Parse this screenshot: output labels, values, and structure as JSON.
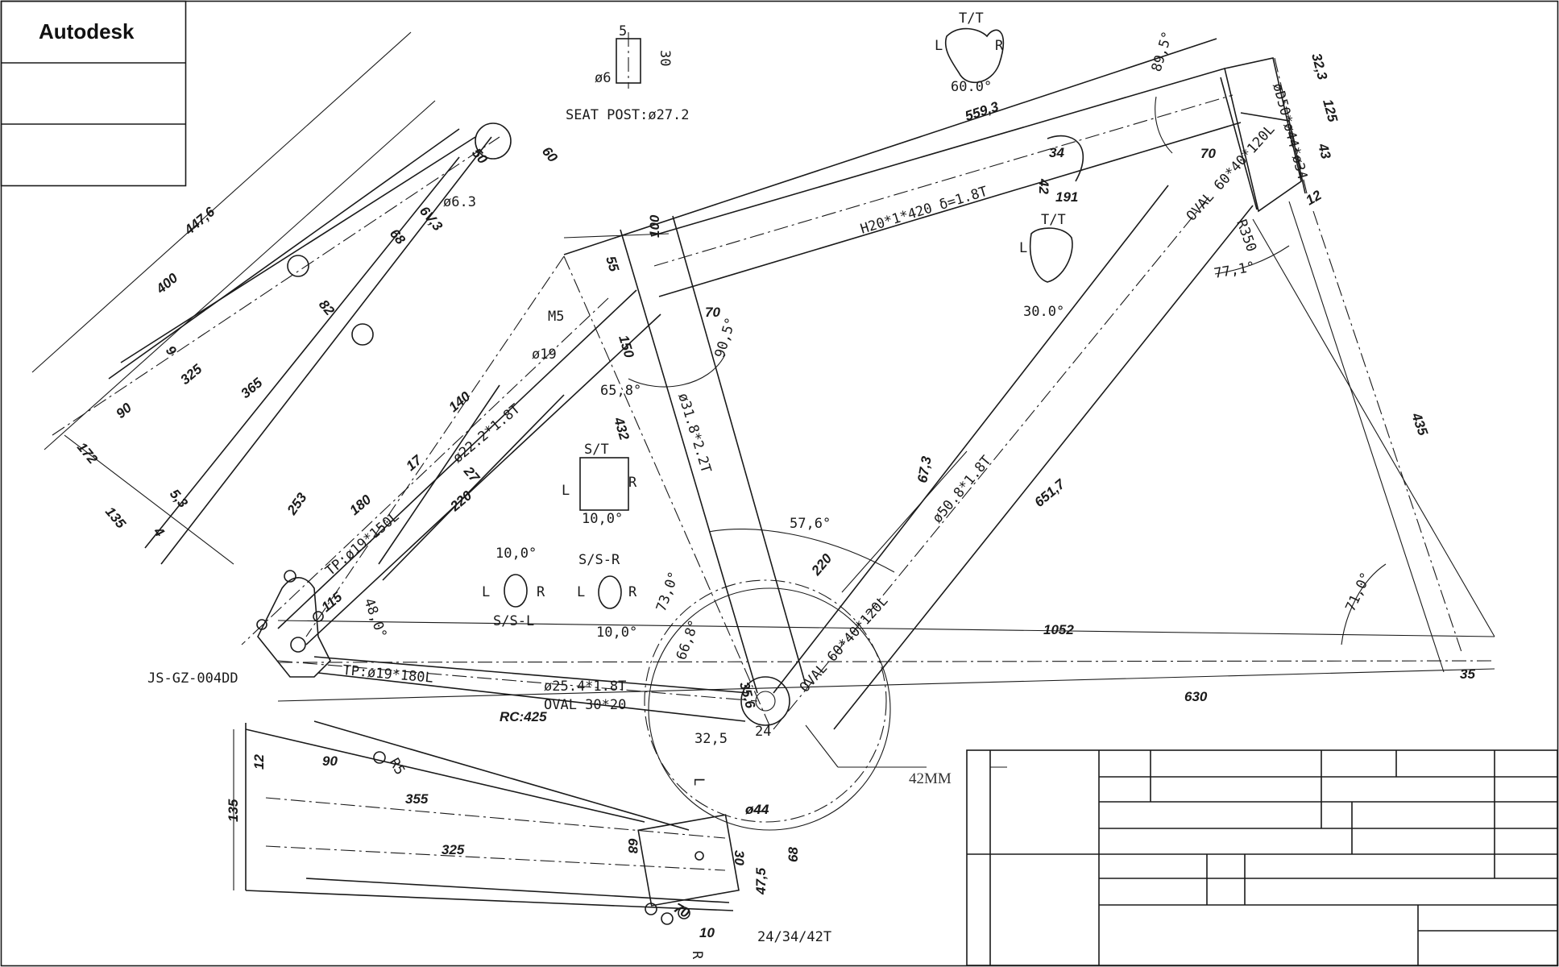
{
  "title_block": {
    "company": "Autodesk"
  },
  "seat_post": {
    "label": "SEAT POST:ø27.2",
    "dim_width": "5",
    "dim_height": "30",
    "dim_hole": "ø6"
  },
  "model": "JS-GZ-004DD",
  "views": {
    "tt": {
      "title": "T/T",
      "left": "L",
      "right": "R",
      "angle": "60.0°"
    },
    "tt2": {
      "title": "T/T",
      "left": "L",
      "angle": "30.0°"
    },
    "st": {
      "title": "S/T",
      "left": "L",
      "right": "R",
      "angle": "10,0°"
    },
    "ssl": {
      "title": "S/S-L",
      "left": "L",
      "right": "R",
      "angle": "10,0°"
    },
    "ssr": {
      "title": "S/S-R",
      "left": "L",
      "right": "R",
      "angle": "10,0°"
    }
  },
  "tubes": {
    "top_tube": "H20*1*420 δ=1.8T",
    "down_tube": "ø50.8*1.8T",
    "seat_tube": "ø31.8*2.2T",
    "head_tube": "øD50*ø44*ø34",
    "oval_down": "OVAL 60*40*120L",
    "oval_bb": "OVAL 60*40*120L",
    "chainstay": "ø25.4*1.8T",
    "chainstay_oval": "OVAL 30*20",
    "stay_seat": "ø22.2*1.8T",
    "tp_upper": "TP:ø19*150L",
    "tp_lower": "TP:ø19*180L",
    "rc": "RC:425",
    "chainring": "24/34/42T",
    "bb_width": "42MM",
    "m5": "M5",
    "d19": "ø19",
    "d44": "ø44",
    "d6_3": "ø6.3",
    "r350": "R350",
    "r5": "R5"
  },
  "dimensions": {
    "d447_6": "447,6",
    "d400": "400",
    "d60": "60",
    "d325": "325",
    "d365": "365",
    "d90": "90",
    "d172": "172",
    "d135": "135",
    "d53": "5,3",
    "d4": "4",
    "d9": "9",
    "d68": "68",
    "d82": "82",
    "d6v3": "6V,3",
    "d50": "50",
    "d559_3": "559,3",
    "d100": "100",
    "d55": "55",
    "d70a": "70",
    "d70b": "70",
    "d150": "150",
    "d140": "140",
    "d17": "17",
    "d27": "27",
    "d180": "180",
    "d220a": "220",
    "d253": "253",
    "d115": "115",
    "d48": "48,0°",
    "d432": "432",
    "d65_8": "65,8°",
    "d90_5": "90,5°",
    "d89_5": "89,5°",
    "d32_3": "32,3",
    "d125": "125",
    "d43": "43",
    "d12": "12",
    "d77_1": "77,1°",
    "d191": "191",
    "d34": "34",
    "d42": "42",
    "d435": "435",
    "d651_7": "651,7",
    "d67_3": "67,3",
    "d57_6": "57,6°",
    "d220b": "220",
    "d71": "71,0°",
    "d1052": "1052",
    "d35": "35",
    "d630": "630",
    "d73": "73,0°",
    "d66_8": "66,8°",
    "d35_6": "35,6",
    "d32_5": "32,5",
    "d24": "24",
    "b12": "12",
    "b90": "90",
    "b135": "135",
    "b355": "355",
    "b325": "325",
    "b68a": "68",
    "b68b": "68",
    "b30": "30",
    "b47_5": "47,5",
    "b70": "70",
    "b10": "10",
    "b44": "ø44",
    "bb_L": "L",
    "bb_R": "R"
  }
}
